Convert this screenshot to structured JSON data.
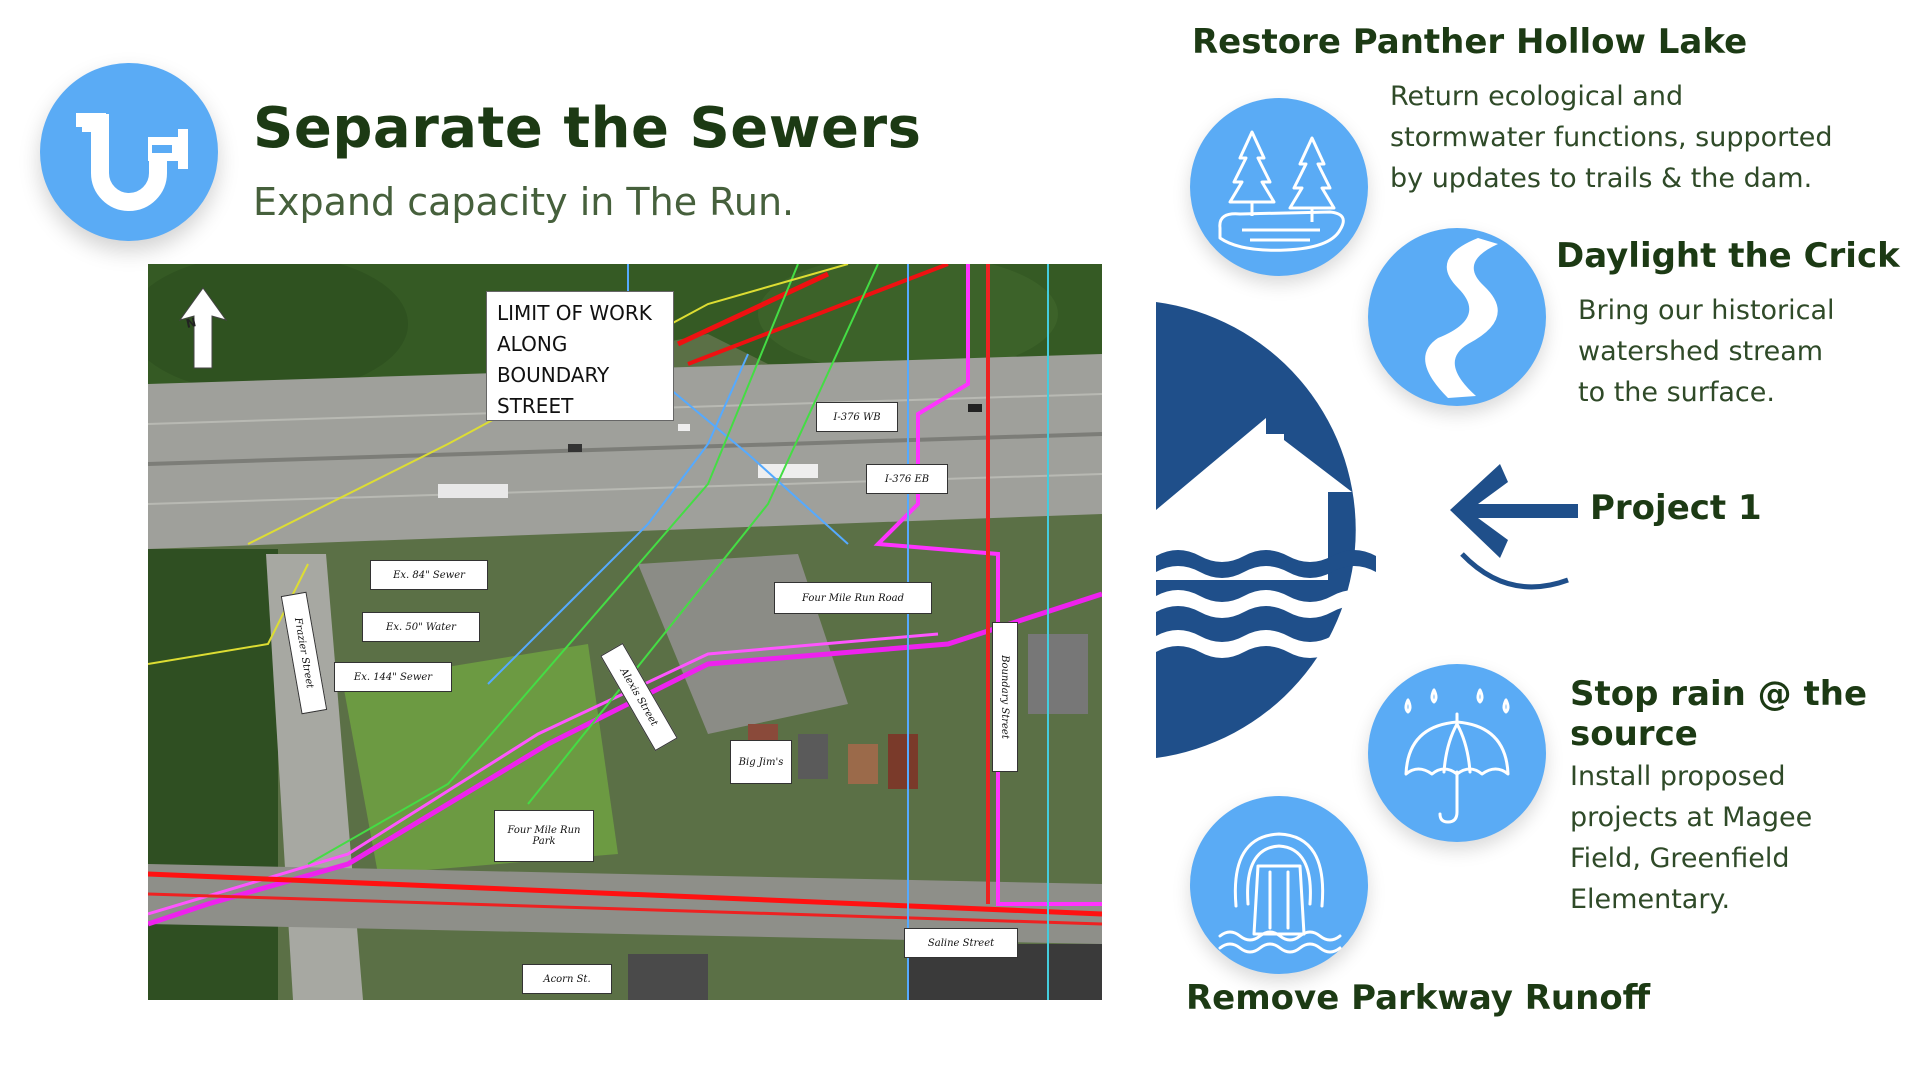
{
  "header": {
    "title": "Separate the Sewers",
    "subtitle": "Expand capacity in The Run."
  },
  "map": {
    "limit_of_work": [
      "LIMIT OF WORK",
      "ALONG",
      "BOUNDARY",
      "STREET"
    ],
    "north_label": "N",
    "labels": {
      "i376wb": "I-376 WB",
      "i376eb": "I-376 EB",
      "sewer84": "Ex. 84\" Sewer",
      "water50": "Ex. 50\" Water",
      "sewer144": "Ex. 144\" Sewer",
      "four_mile_run_road": "Four Mile Run Road",
      "frazier_street": "Frazier Street",
      "alexis_street": "Alexis Street",
      "big_jims": "Big Jim's",
      "boundary_street": "Boundary Street",
      "four_mile_run_park_1": "Four Mile Run",
      "four_mile_run_park_2": "Park",
      "saline_street": "Saline Street",
      "acorn_st": "Acorn St."
    }
  },
  "features": {
    "restore": {
      "title": "Restore Panther Hollow Lake",
      "desc": [
        "Return ecological  and",
        "stormwater functions, supported",
        "by updates to trails & the dam."
      ],
      "icon": "lake-trees-icon"
    },
    "daylight": {
      "title": "Daylight the Crick",
      "desc": [
        "Bring our historical",
        "watershed stream",
        "to the surface."
      ],
      "icon": "stream-icon"
    },
    "project": {
      "label": "Project 1",
      "icon": "house-flood-icon"
    },
    "rain": {
      "title_lines": [
        "Stop rain @ the",
        "source"
      ],
      "desc": [
        "Install proposed",
        "projects at Magee",
        "Field, Greenfield",
        "Elementary."
      ],
      "icon": "umbrella-rain-icon"
    },
    "parkway": {
      "title": "Remove Parkway Runoff",
      "icon": "culvert-outfall-icon"
    }
  },
  "colors": {
    "accent_blue": "#5aabf5",
    "navy": "#1f4f8a",
    "title_green": "#1c3a14"
  }
}
